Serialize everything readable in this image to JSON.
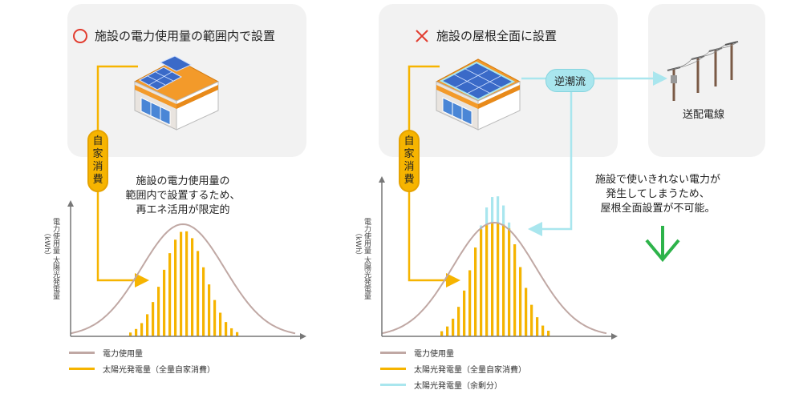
{
  "left_panel": {
    "title": "施設の電力使用量の範囲内で設置",
    "title_mark": "circle-ok-icon",
    "badge_chars": [
      "自",
      "家",
      "消",
      "費"
    ],
    "note_lines": [
      "施設の電力使用量の",
      "範囲内で設置するため、",
      "再エネ活用が限定的"
    ],
    "ylabel_lines": [
      "電力使用量",
      "太陽光発電量",
      "（kWh）"
    ],
    "legend": [
      {
        "label": "電力使用量",
        "color": "#c0a8a4"
      },
      {
        "label": "太陽光発電量（全量自家消費）",
        "color": "#f6b400"
      }
    ]
  },
  "right_panel": {
    "title": "施設の屋根全面に設置",
    "title_mark": "cross-ng-icon",
    "badge_chars": [
      "自",
      "家",
      "消",
      "費"
    ],
    "reverse_flow_label": "逆潮流",
    "power_line_label": "送配電線",
    "note_lines": [
      "施設で使いきれない電力が",
      "発生してしまうため、",
      "屋根全面設置が不可能。"
    ],
    "ylabel_lines": [
      "電力使用量",
      "太陽光発電量",
      "（kWh）"
    ],
    "legend": [
      {
        "label": "電力使用量",
        "color": "#c0a8a4"
      },
      {
        "label": "太陽光発電量（全量自家消費）",
        "color": "#f6b400"
      },
      {
        "label": "太陽光発電量（余剰分）",
        "color": "#a9e6ee"
      }
    ]
  },
  "colors": {
    "usage": "#c0a8a4",
    "solar_self": "#f6b400",
    "solar_surplus": "#a9e6ee",
    "arrow_green": "#2db34a"
  }
}
